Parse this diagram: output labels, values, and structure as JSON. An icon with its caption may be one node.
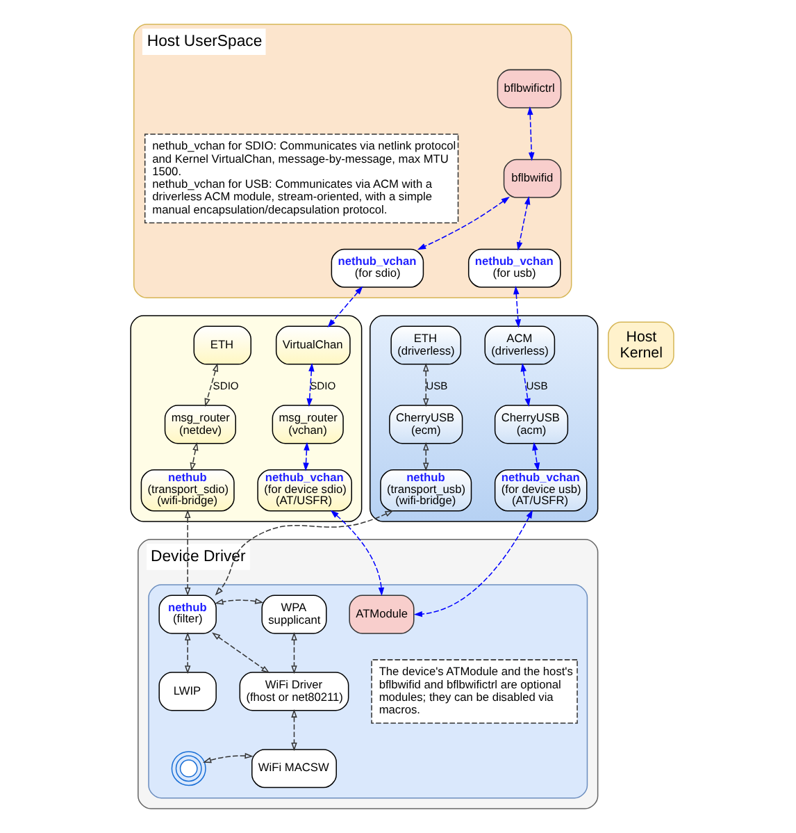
{
  "diagram": {
    "nodes": [
      {
        "text": [
          "Host UserSpace"
        ]
      },
      {
        "text": [
          "nethub_vchan for SDIO: Communicates via netlink protocol and Kernel VirtualChan, message-by-message, max MTU 1500.",
          "nethub_vchan for USB: Communicates via ACM with a driverless ACM module, stream-oriented, with a simple manual encapsulation/decapsulation protocol."
        ],
        "in": 0
      },
      {
        "text": [
          "bflbwifictrl"
        ],
        "in": 0
      },
      {
        "text": [
          "bflbwifid"
        ],
        "in": 0
      },
      {
        "text": [
          "nethub_vchan",
          "(for sdio)"
        ],
        "in": 0
      },
      {
        "text": [
          "nethub_vchan",
          "(for usb)"
        ],
        "in": 0
      },
      {
        "text": [
          "Host Kernel"
        ]
      },
      {
        "text": [],
        "shape": "box"
      },
      {
        "text": [
          "ETH"
        ],
        "in": 7
      },
      {
        "text": [
          "VirtualChan"
        ],
        "in": 7
      },
      {
        "text": [
          "msg_router",
          "(netdev)"
        ],
        "in": 7
      },
      {
        "text": [
          "msg_router",
          "(vchan)"
        ],
        "in": 7
      },
      {
        "text": [
          "nethub",
          "(transport_sdio)",
          "(wifi-bridge)"
        ],
        "in": 7
      },
      {
        "text": [
          "nethub_vchan",
          "(for device sdio)",
          "(AT/USFR)"
        ],
        "in": 7
      },
      {
        "text": [],
        "shape": "box"
      },
      {
        "text": [
          "ETH",
          "(driverless)"
        ],
        "in": 14
      },
      {
        "text": [
          "ACM",
          "(driverless)"
        ],
        "in": 14
      },
      {
        "text": [
          "CherryUSB",
          "(ecm)"
        ],
        "in": 14
      },
      {
        "text": [
          "CherryUSB",
          "(acm)"
        ],
        "in": 14
      },
      {
        "text": [
          "nethub",
          "(transport_usb)",
          "(wifi-bridge)"
        ],
        "in": 14
      },
      {
        "text": [
          "nethub_vchan",
          "(for device usb)",
          "(AT/USFR)"
        ],
        "in": 14
      },
      {
        "text": [
          "Device Driver"
        ]
      },
      {
        "text": [],
        "shape": "box",
        "in": 21
      },
      {
        "text": [
          "WPA supplicant"
        ],
        "in": 22
      },
      {
        "text": [
          "nethub",
          "(filter)"
        ],
        "in": 22
      },
      {
        "text": [
          "ATModule"
        ],
        "in": 22
      },
      {
        "text": [
          "WiFi Driver",
          "(fhost or net80211)"
        ],
        "in": 22
      },
      {
        "text": [
          "LWIP"
        ],
        "in": 22
      },
      {
        "text": [
          "WiFi MACSW"
        ],
        "in": 22
      },
      {
        "text": [],
        "shape": "picture",
        "in": 22
      },
      {
        "text": [
          "The device's ATModule and the host's bflbwifid and bflbwifictrl are optional modules; they can be disabled via macros."
        ],
        "in": 22
      }
    ],
    "edges": [
      {
        "from": 2,
        "to": 3,
        "arrow": "both",
        "style": "dashed",
        "color": "#0000ff"
      },
      {
        "from": 3,
        "to": 4,
        "arrow": "both",
        "style": "dashed",
        "color": "#0000ff"
      },
      {
        "from": 3,
        "to": 5,
        "arrow": "both",
        "style": "dashed",
        "color": "#0000ff"
      },
      {
        "from": 4,
        "to": 9,
        "arrow": "both",
        "style": "dashed",
        "color": "#0000ff"
      },
      {
        "from": 5,
        "to": 16,
        "arrow": "both",
        "style": "dashed",
        "color": "#0000ff"
      },
      {
        "from": 8,
        "to": 10,
        "arrow": "both",
        "style": "dashed",
        "label": "SDIO"
      },
      {
        "from": 9,
        "to": 11,
        "arrow": "both",
        "style": "dashed",
        "color": "#0000ff",
        "label": "SDIO"
      },
      {
        "from": 10,
        "to": 12,
        "arrow": "both",
        "style": "dashed"
      },
      {
        "from": 11,
        "to": 13,
        "arrow": "both",
        "style": "dashed",
        "color": "#0000ff"
      },
      {
        "from": 15,
        "to": 17,
        "arrow": "both",
        "style": "dashed",
        "label": "USB"
      },
      {
        "from": 16,
        "to": 18,
        "arrow": "both",
        "style": "dashed",
        "color": "#0000ff",
        "label": "USB"
      },
      {
        "from": 17,
        "to": 19,
        "arrow": "both",
        "style": "dashed"
      },
      {
        "from": 18,
        "to": 20,
        "arrow": "both",
        "style": "dashed",
        "color": "#0000ff"
      },
      {
        "from": 12,
        "to": 24,
        "arrow": "both",
        "style": "dashed"
      },
      {
        "from": 13,
        "to": 25,
        "arrow": "both",
        "style": "dashed",
        "color": "#0000ff"
      },
      {
        "from": 19,
        "to": 24,
        "arrow": "both",
        "style": "dashed"
      },
      {
        "from": 20,
        "to": 25,
        "arrow": "both",
        "style": "dashed",
        "color": "#0000ff"
      },
      {
        "from": 23,
        "to": 24,
        "arrow": "both",
        "style": "dashed"
      },
      {
        "from": 23,
        "to": 26,
        "arrow": "both",
        "style": "dashed"
      },
      {
        "from": 24,
        "to": 26,
        "arrow": "both",
        "style": "dashed"
      },
      {
        "from": 24,
        "to": 27,
        "arrow": "both",
        "style": "dashed"
      },
      {
        "from": 26,
        "to": 28,
        "arrow": "both",
        "style": "dashed"
      },
      {
        "from": 28,
        "to": 29,
        "arrow": "both",
        "style": "dashed"
      }
    ]
  }
}
